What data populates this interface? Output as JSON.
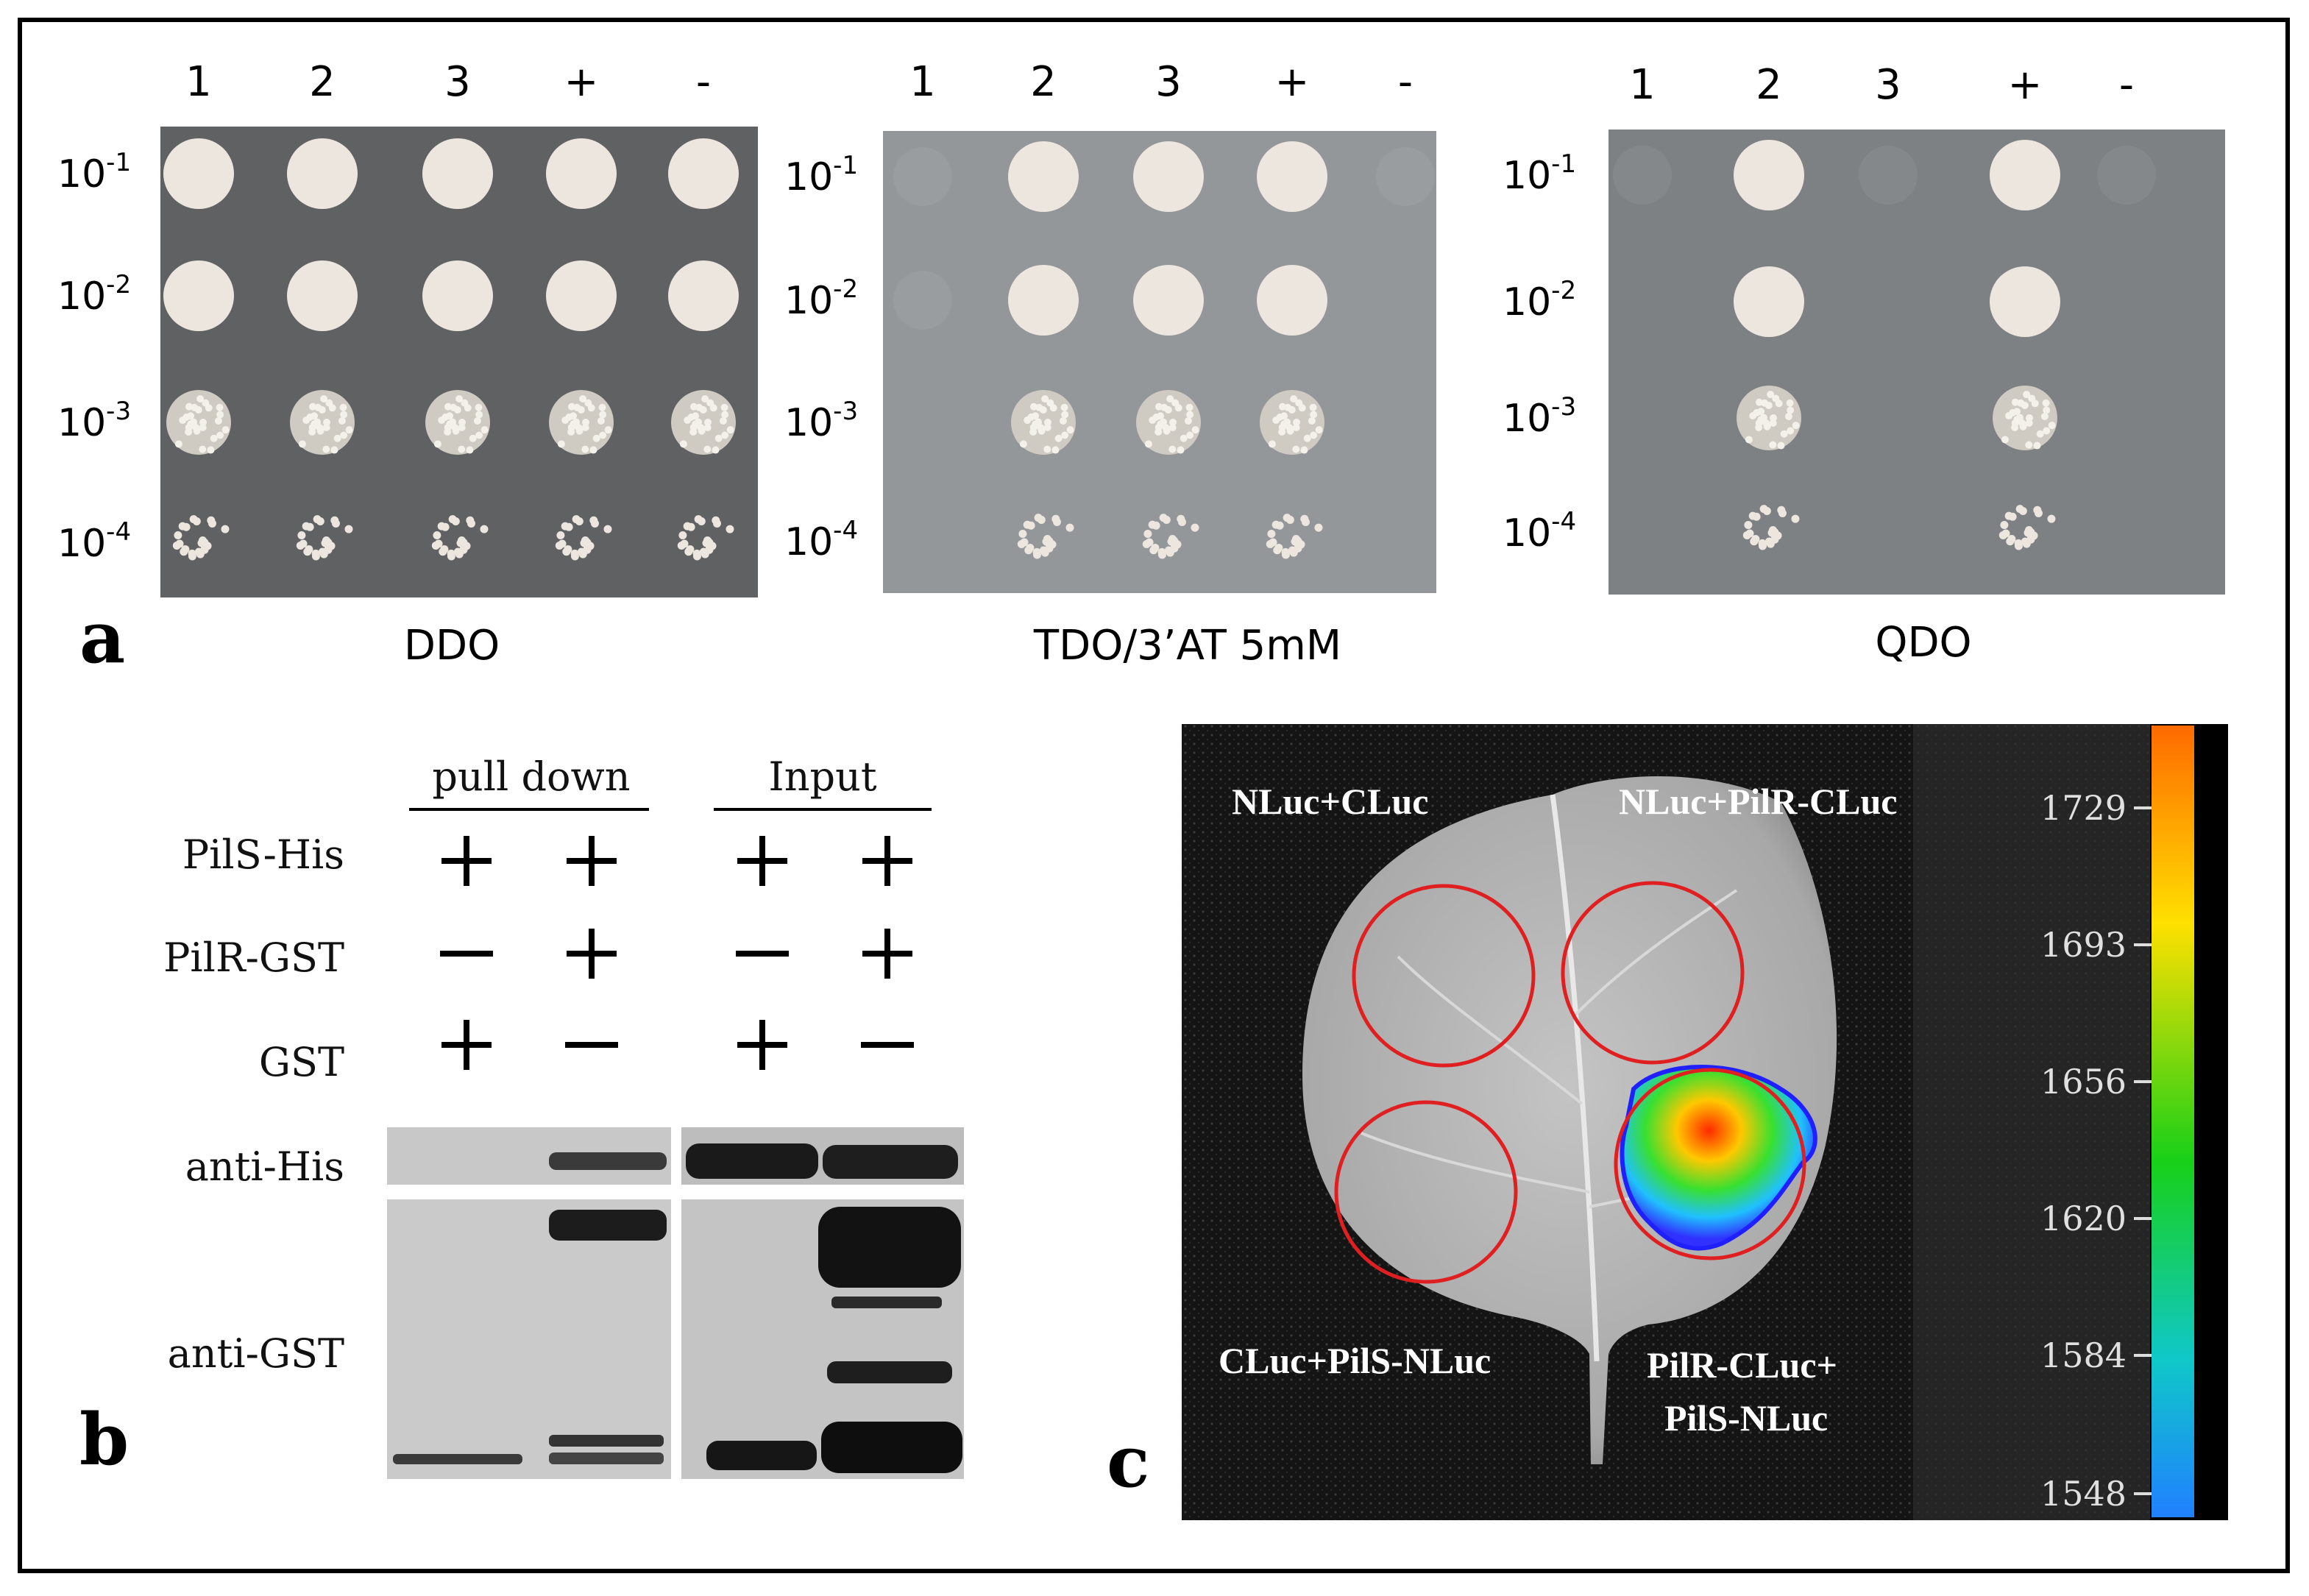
{
  "panel_a": {
    "label": "a",
    "plates": [
      {
        "name": "DDO",
        "columns": [
          "1",
          "2",
          "3",
          "+",
          "-"
        ],
        "dilutions": [
          {
            "base": "10",
            "exp": "-1"
          },
          {
            "base": "10",
            "exp": "-2"
          },
          {
            "base": "10",
            "exp": "-3"
          },
          {
            "base": "10",
            "exp": "-4"
          }
        ]
      },
      {
        "name": "TDO/3’AT 5mM",
        "columns": [
          "1",
          "2",
          "3",
          "+",
          "-"
        ],
        "dilutions": [
          {
            "base": "10",
            "exp": "-1"
          },
          {
            "base": "10",
            "exp": "-2"
          },
          {
            "base": "10",
            "exp": "-3"
          },
          {
            "base": "10",
            "exp": "-4"
          }
        ]
      },
      {
        "name": "QDO",
        "columns": [
          "1",
          "2",
          "3",
          "+",
          "-"
        ],
        "dilutions": [
          {
            "base": "10",
            "exp": "-1"
          },
          {
            "base": "10",
            "exp": "-2"
          },
          {
            "base": "10",
            "exp": "-3"
          },
          {
            "base": "10",
            "exp": "-4"
          }
        ]
      }
    ]
  },
  "panel_b": {
    "label": "b",
    "groups": [
      "pull down",
      "Input"
    ],
    "row_labels": [
      "PilS-His",
      "PilR-GST",
      "GST"
    ],
    "matrix": [
      [
        "+",
        "+",
        "+",
        "+"
      ],
      [
        "—",
        "+",
        "—",
        "+"
      ],
      [
        "+",
        "—",
        "+",
        "—"
      ]
    ],
    "blot_labels": [
      "anti-His",
      "anti-GST"
    ]
  },
  "panel_c": {
    "label": "c",
    "quadrants": [
      "NLuc+CLuc",
      "NLuc+PilR-CLuc",
      "CLuc+PilS-NLuc",
      "PilR-CLuc+",
      "PilS-NLuc"
    ],
    "scale_ticks": [
      "1729",
      "1693",
      "1656",
      "1620",
      "1584",
      "1548"
    ]
  },
  "colors": {
    "plate_dark": "#5e6062",
    "plate_light": "#8a8d90",
    "colony": "#e8e2da",
    "circle": "#e02020"
  }
}
